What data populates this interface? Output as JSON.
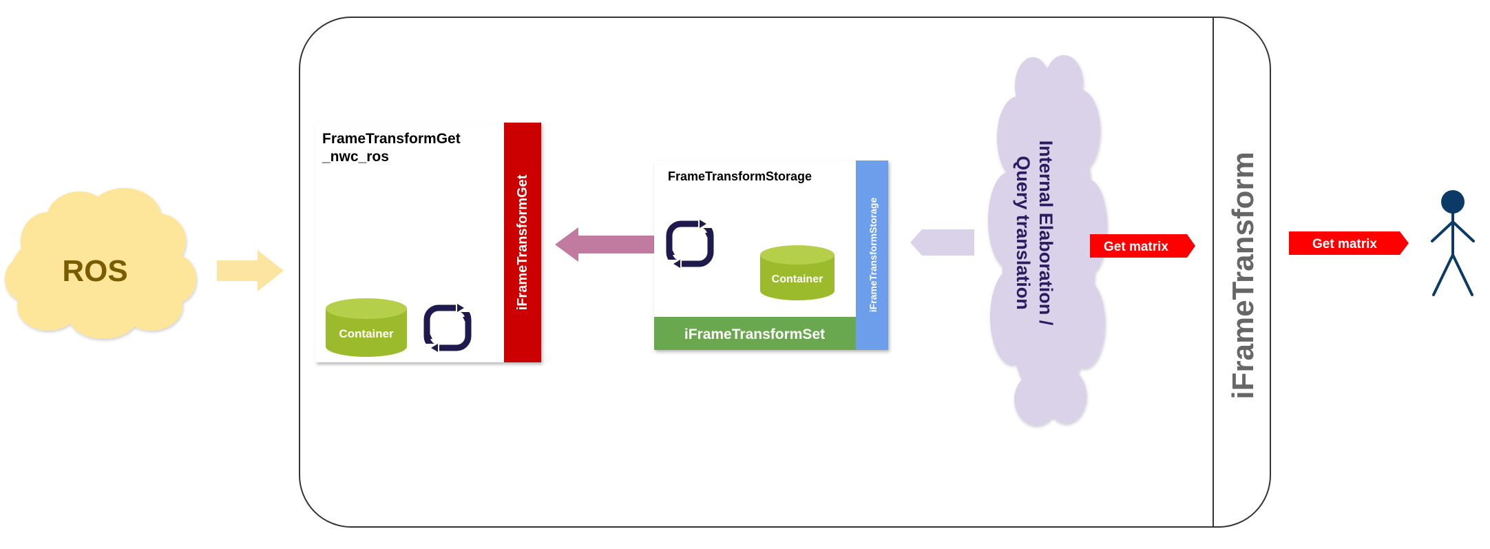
{
  "colors": {
    "ros_cloud": "#fde59a",
    "ros_text": "#7a5c00",
    "ros_arrow": "#fce5a0",
    "get_bar": "#cc0000",
    "storage_bar": "#6d9eeb",
    "set_bar": "#6aa84f",
    "container": "#9cbb2c",
    "container_top": "#b5cf4a",
    "cycle_icon": "#1f1a4d",
    "query_arrow": "#c27ba0",
    "elab_cloud": "#d9d2e9",
    "elab_text": "#2a1a5e",
    "get_matrix": "#ff0000",
    "iface_text": "#666666",
    "user": "#0b3a66"
  },
  "ros": {
    "label": "ROS"
  },
  "get_block": {
    "title_line1": "FrameTransformGet",
    "title_line2": "_nwc_ros",
    "interface_label": "iFrameTransformGet",
    "container_label": "Container",
    "icon": "refresh-cycle-icon"
  },
  "storage_block": {
    "title": "FrameTransformStorage",
    "interface_label": "iFrameTransformStorage",
    "set_label": "iFrameTransformSet",
    "container_label": "Container",
    "icon": "refresh-cycle-icon"
  },
  "elaboration": {
    "line1": "Internal Elaboration /",
    "line2": "Query translation"
  },
  "interface_panel": {
    "label": "iFrameTransform"
  },
  "get_matrix_inner": {
    "label": "Get matrix"
  },
  "get_matrix_outer": {
    "label": "Get matrix"
  },
  "user": {
    "icon": "user-stick-figure-icon"
  }
}
